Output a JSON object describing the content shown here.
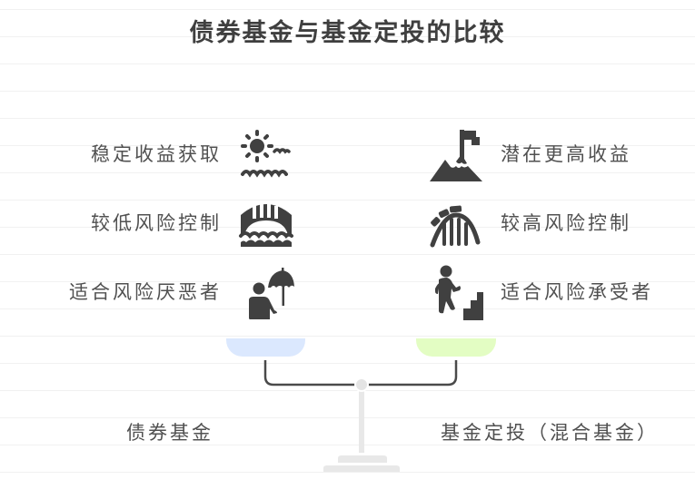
{
  "title": "债券基金与基金定投的比较",
  "left": {
    "name": "债券基金",
    "color": "#dbe8fe",
    "items": [
      {
        "label": "稳定收益获取",
        "icon": "sun-water-icon"
      },
      {
        "label": "较低风险控制",
        "icon": "bridge-icon"
      },
      {
        "label": "适合风险厌恶者",
        "icon": "person-umbrella-icon"
      }
    ]
  },
  "right": {
    "name": "基金定投（混合基金）",
    "color": "#e3fdc3",
    "items": [
      {
        "label": "潜在更高收益",
        "icon": "mountain-flag-icon"
      },
      {
        "label": "较高风险控制",
        "icon": "roller-coaster-icon"
      },
      {
        "label": "适合风险承受者",
        "icon": "person-climbing-stairs-icon"
      }
    ]
  },
  "colors": {
    "icon": "#404040",
    "connector": "#4a4a4a",
    "stand": "#e8e8e8"
  }
}
